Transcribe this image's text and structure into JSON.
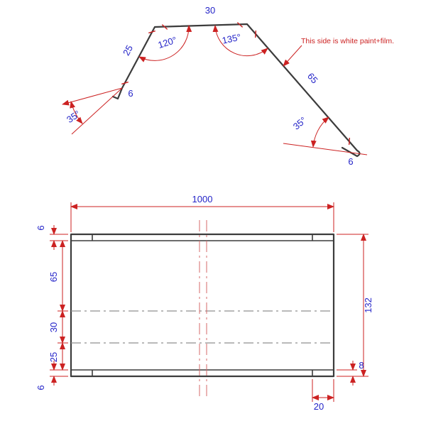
{
  "profile_view": {
    "top_width": "30",
    "left_leg": "25",
    "left_hem": "6",
    "right_leg": "65",
    "right_hem": "6",
    "left_angle": "120°",
    "right_angle": "135°",
    "left_hem_angle": "35°",
    "right_hem_angle": "35°",
    "note": "This side is white paint+film."
  },
  "plan_view": {
    "overall_length": "1000",
    "overall_width": "132",
    "top_hem": "6",
    "band_65": "65",
    "band_30": "30",
    "band_25": "25",
    "bottom_hem": "6",
    "tab_height": "8",
    "tab_width": "20"
  },
  "colors": {
    "dimension_lines": "#cc2222",
    "dimension_text": "#2424c8",
    "object_lines": "#3c3c3c",
    "note_text": "#cc2222"
  }
}
